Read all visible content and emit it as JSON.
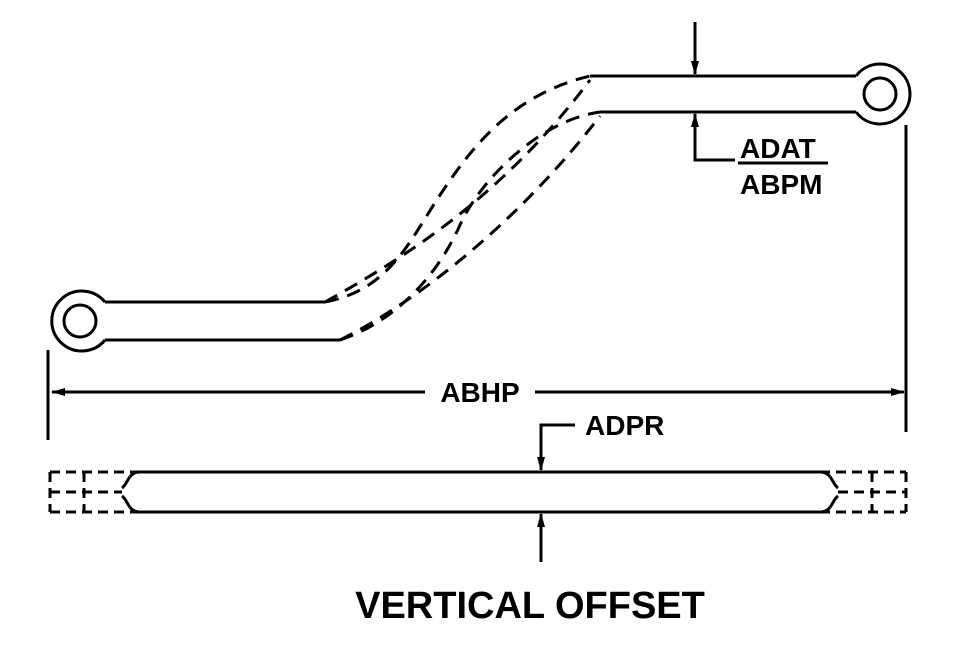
{
  "diagram": {
    "title": "VERTICAL OFFSET",
    "labels": {
      "overall_length": "ABHP",
      "thickness_top": "ADAT",
      "thickness_bottom": "ABPM",
      "depth": "ADPR"
    }
  }
}
